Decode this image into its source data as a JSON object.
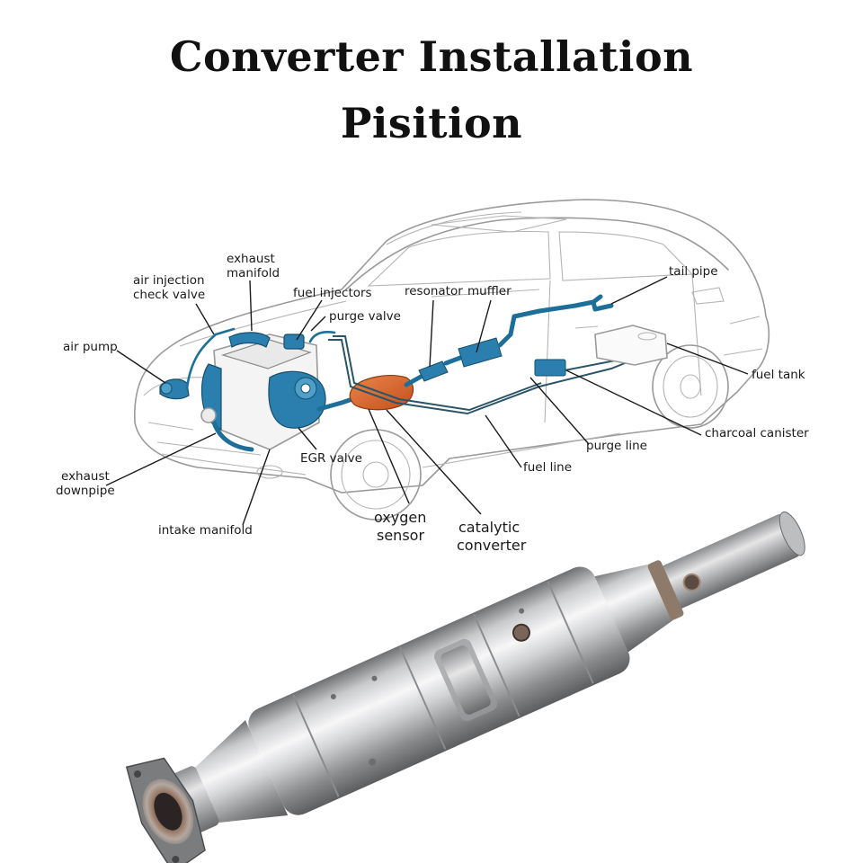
{
  "title": {
    "line1": "Converter Installation",
    "line2": "Pisition"
  },
  "labels": {
    "exhaust_manifold": [
      "exhaust",
      "manifold"
    ],
    "air_injection_check_valve": [
      "air injection",
      "check valve"
    ],
    "fuel_injectors": "fuel injectors",
    "purge_valve": "purge valve",
    "resonator": "resonator",
    "muffler": "muffler",
    "tail_pipe": "tail pipe",
    "air_pump": "air pump",
    "fuel_tank": "fuel tank",
    "charcoal_canister": "charcoal canister",
    "purge_line": "purge line",
    "egr_valve": "EGR valve",
    "fuel_line": "fuel line",
    "exhaust_downpipe": [
      "exhaust",
      "downpipe"
    ],
    "intake_manifold": "intake manifold",
    "oxygen_sensor": [
      "oxygen",
      "sensor"
    ],
    "catalytic_converter": [
      "catalytic",
      "converter"
    ]
  },
  "colors": {
    "system_blue": "#2b7fae",
    "converter_orange": "#d9652a",
    "steel_light": "#e9e9ea",
    "steel_dark": "#7d7e80"
  }
}
